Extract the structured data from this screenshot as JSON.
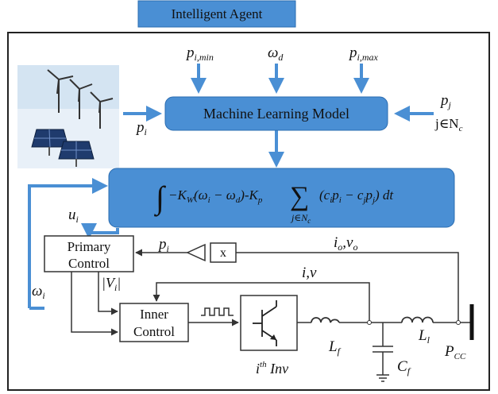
{
  "header": {
    "title": "Intelligent Agent"
  },
  "ml": {
    "label": "Machine Learning Model"
  },
  "inputs": {
    "p_min_base": "p",
    "p_min_sub": "i,min",
    "omega_base": "ω",
    "omega_sub": "d",
    "p_max_base": "p",
    "p_max_sub": "i,max",
    "pi_base": "p",
    "pi_sub": "i",
    "pj_base": "p",
    "pj_sub": "j",
    "j_set_base": "j∈N",
    "j_set_sub": "c"
  },
  "equation": {
    "integral": "∫",
    "t1": "−K",
    "t1_sub": "W",
    "t2": "(ω",
    "t2_sub": "i",
    "t3": " − ω",
    "t3_sub": "d",
    "t4": ")-K",
    "t4_sub": "p",
    "sum": "∑",
    "sum_idx_base": "j∈N",
    "sum_idx_sub": "c",
    "t5": "(c",
    "t5_sub": "i",
    "t6": "p",
    "t6_sub": "i",
    "t7": " − c",
    "t7_sub": "j",
    "t8": "p",
    "t8_sub": "j",
    "t9": ") dt"
  },
  "control": {
    "primary_line1": "Primary",
    "primary_line2": "Control",
    "inner_line1": "Inner",
    "inner_line2": "Control",
    "multiplier": "x"
  },
  "signals": {
    "ui_base": "u",
    "ui_sub": "i",
    "pi_fb_base": "p",
    "pi_fb_sub": "i",
    "io_vo": "i",
    "io_sub": "o",
    "io_comma": ",v",
    "vo_sub": "o",
    "iv": "i,v",
    "omega_i_base": "ω",
    "omega_i_sub": "i",
    "vi_abs": "|V",
    "vi_sub": "i",
    "vi_close": "|",
    "inv_base": "i",
    "inv_sup": "th",
    "inv_tail": " Inv",
    "lf_base": "L",
    "lf_sub": "f",
    "ll_base": "L",
    "ll_sub": "l",
    "cf_base": "C",
    "cf_sub": "f",
    "pcc_base": "P",
    "pcc_sub": "CC"
  },
  "colors": {
    "blue_fill": "#4a8fd4",
    "blue_stroke": "#2b6cb0",
    "arrow_blue": "#4a8fd4",
    "line": "#333333"
  }
}
